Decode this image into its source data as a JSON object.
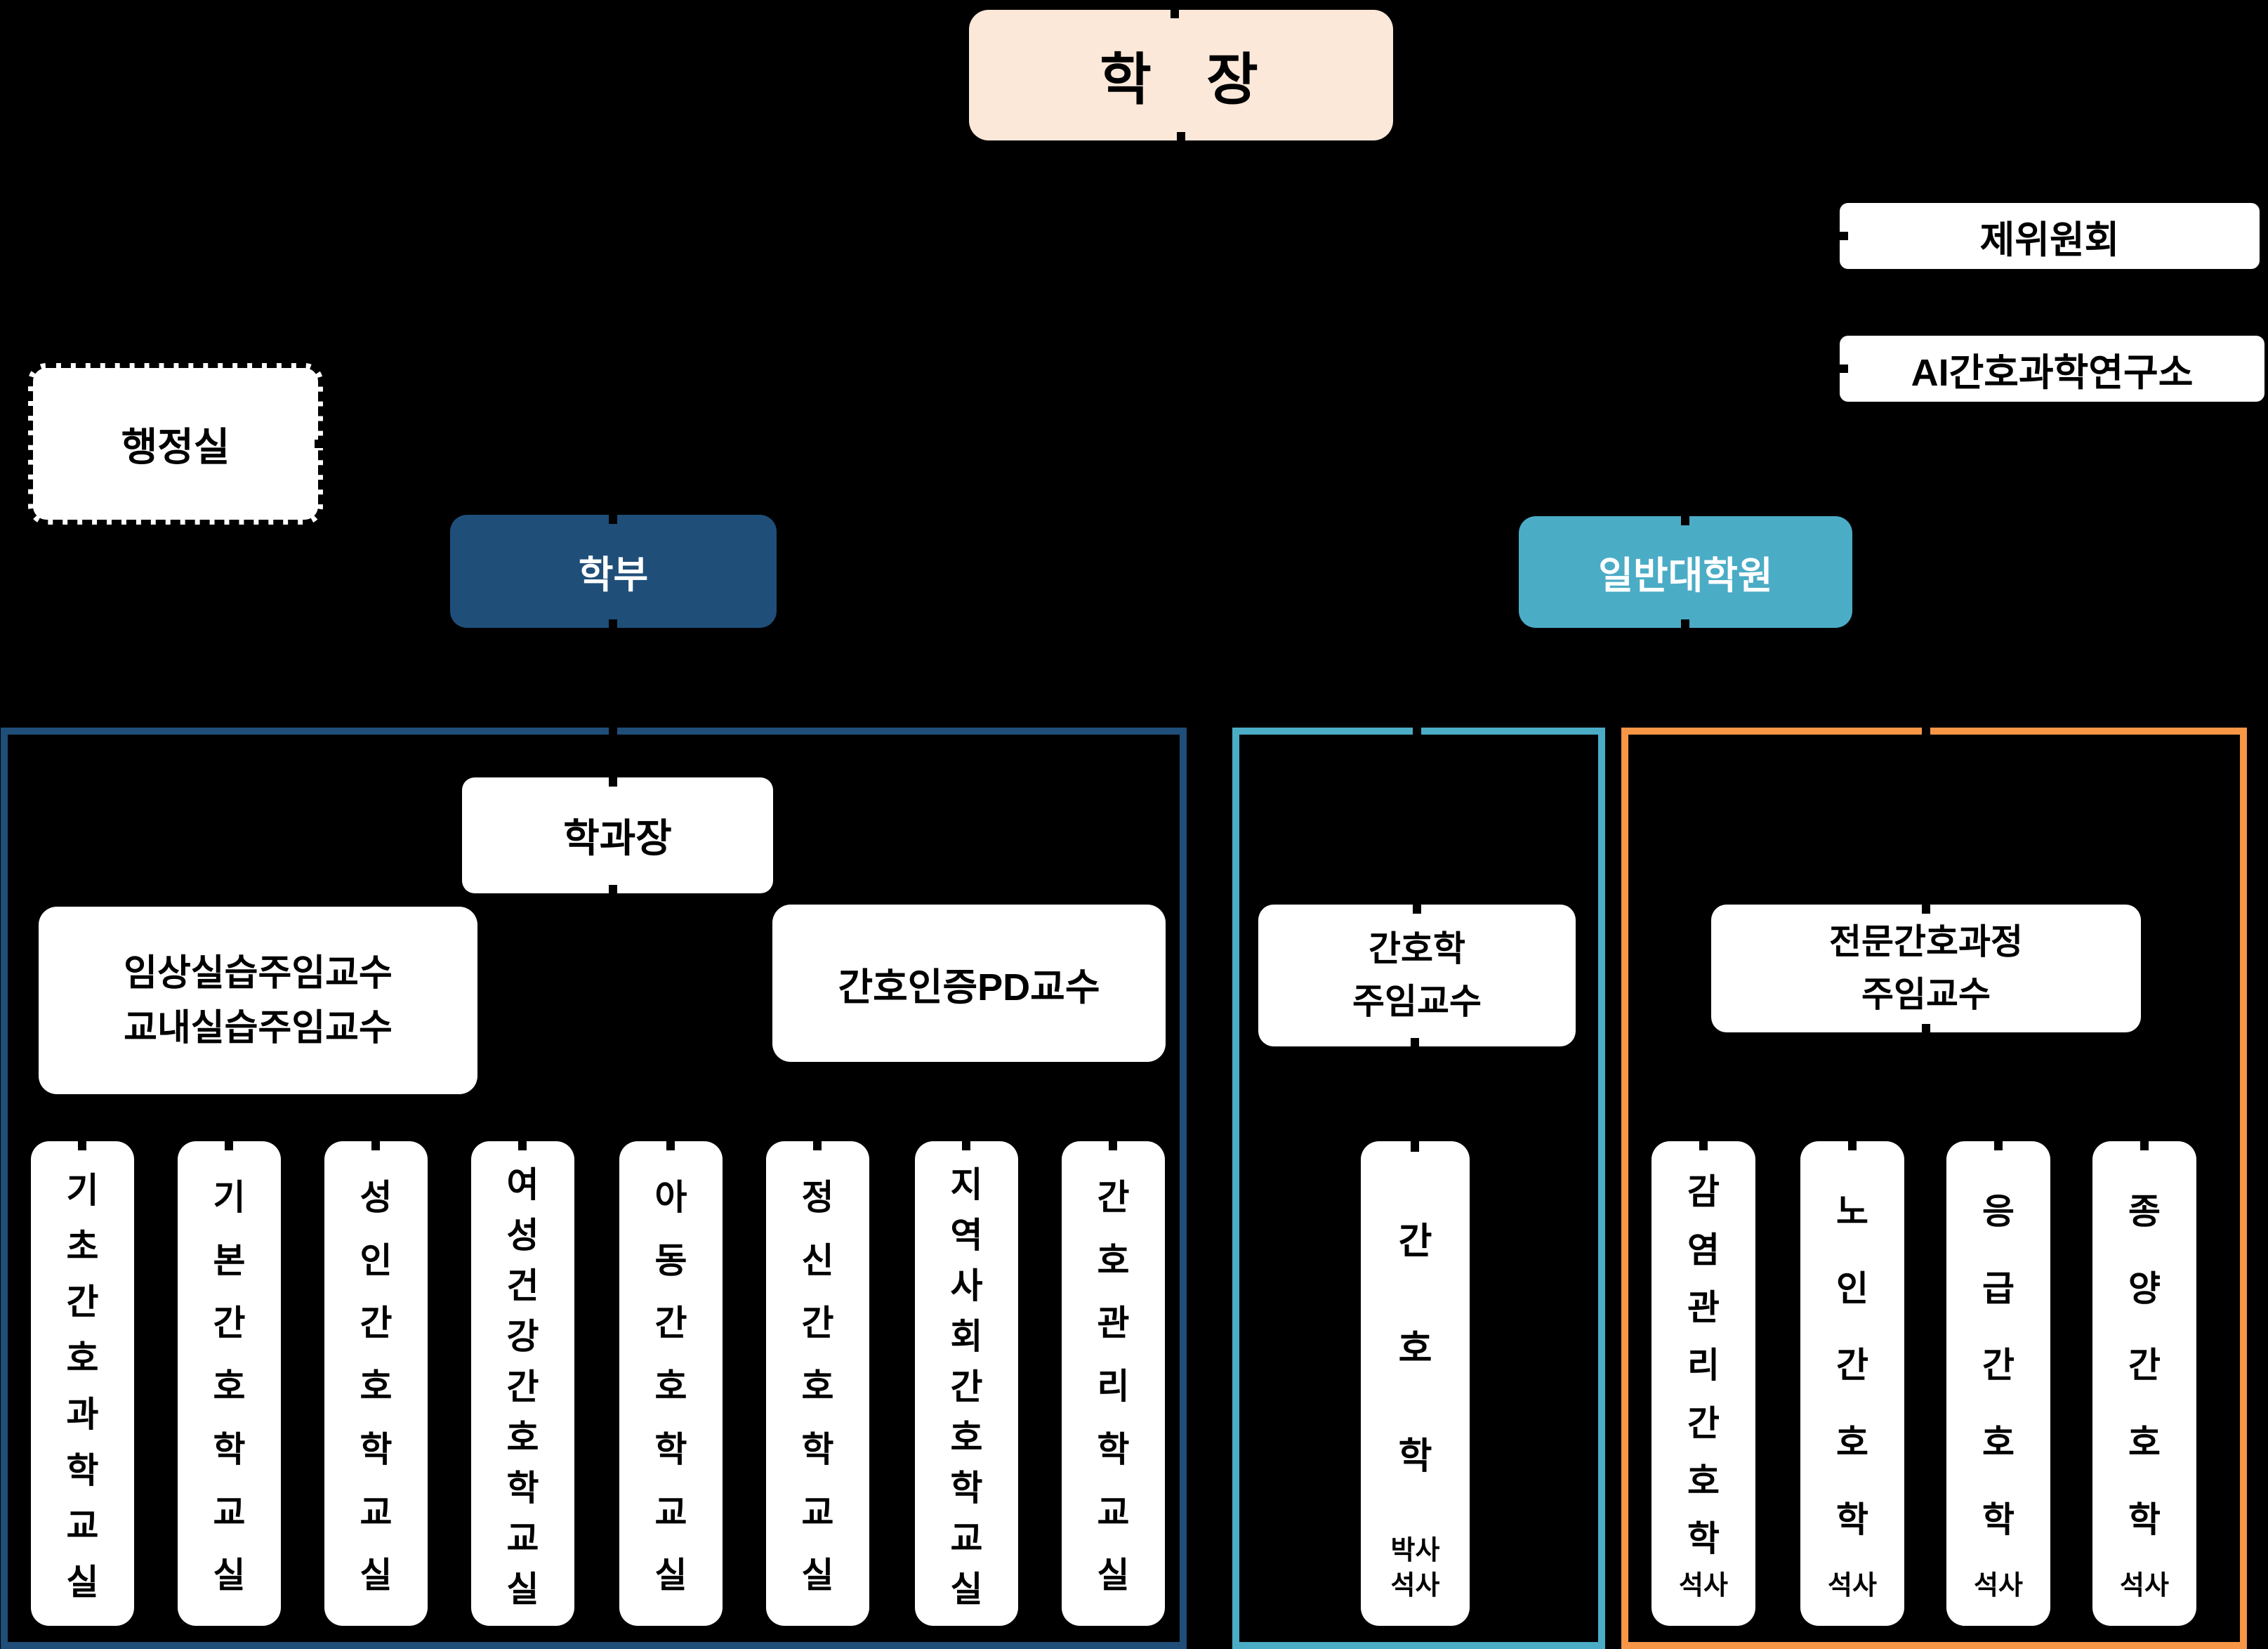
{
  "org_chart": {
    "dean": "학 장",
    "committee": "제위원회",
    "ai_institute": "AI간호과학연구소",
    "admin_office": "행정실",
    "undergrad": {
      "label": "학부",
      "dept_chair": "학과장",
      "practice_prof_line1": "임상실습주임교수",
      "practice_prof_line2": "교내실습주임교수",
      "pd_professor": "간호인증PD교수",
      "classrooms": [
        "기초간호과학교실",
        "기본간호학교실",
        "성인간호학교실",
        "여성건강간호학교실",
        "아동간호학교실",
        "정신간호학교실",
        "지역사회간호학교실",
        "간호관리학교실"
      ]
    },
    "grad": {
      "label": "일반대학원",
      "nursing_chief_line1": "간호학",
      "nursing_chief_line2": "주임교수",
      "nursing_program_name": "간호학",
      "nursing_program_degree1": "박사",
      "nursing_program_degree2": "석사",
      "specialized_chief_line1": "전문간호과정",
      "specialized_chief_line2": "주임교수",
      "specialized_programs": [
        {
          "name": "감염관리간호학",
          "degree": "석사"
        },
        {
          "name": "노인간호학",
          "degree": "석사"
        },
        {
          "name": "응급간호학",
          "degree": "석사"
        },
        {
          "name": "종양간호학",
          "degree": "석사"
        }
      ]
    }
  },
  "colors": {
    "background": "#000000",
    "dean_fill": "#FBE8D9",
    "undergrad_fill": "#1F4E79",
    "grad_fill": "#4BACC6",
    "specialized_accent": "#F79646",
    "box_fill": "#FFFFFF",
    "text": "#000000",
    "connector": "#000000"
  }
}
